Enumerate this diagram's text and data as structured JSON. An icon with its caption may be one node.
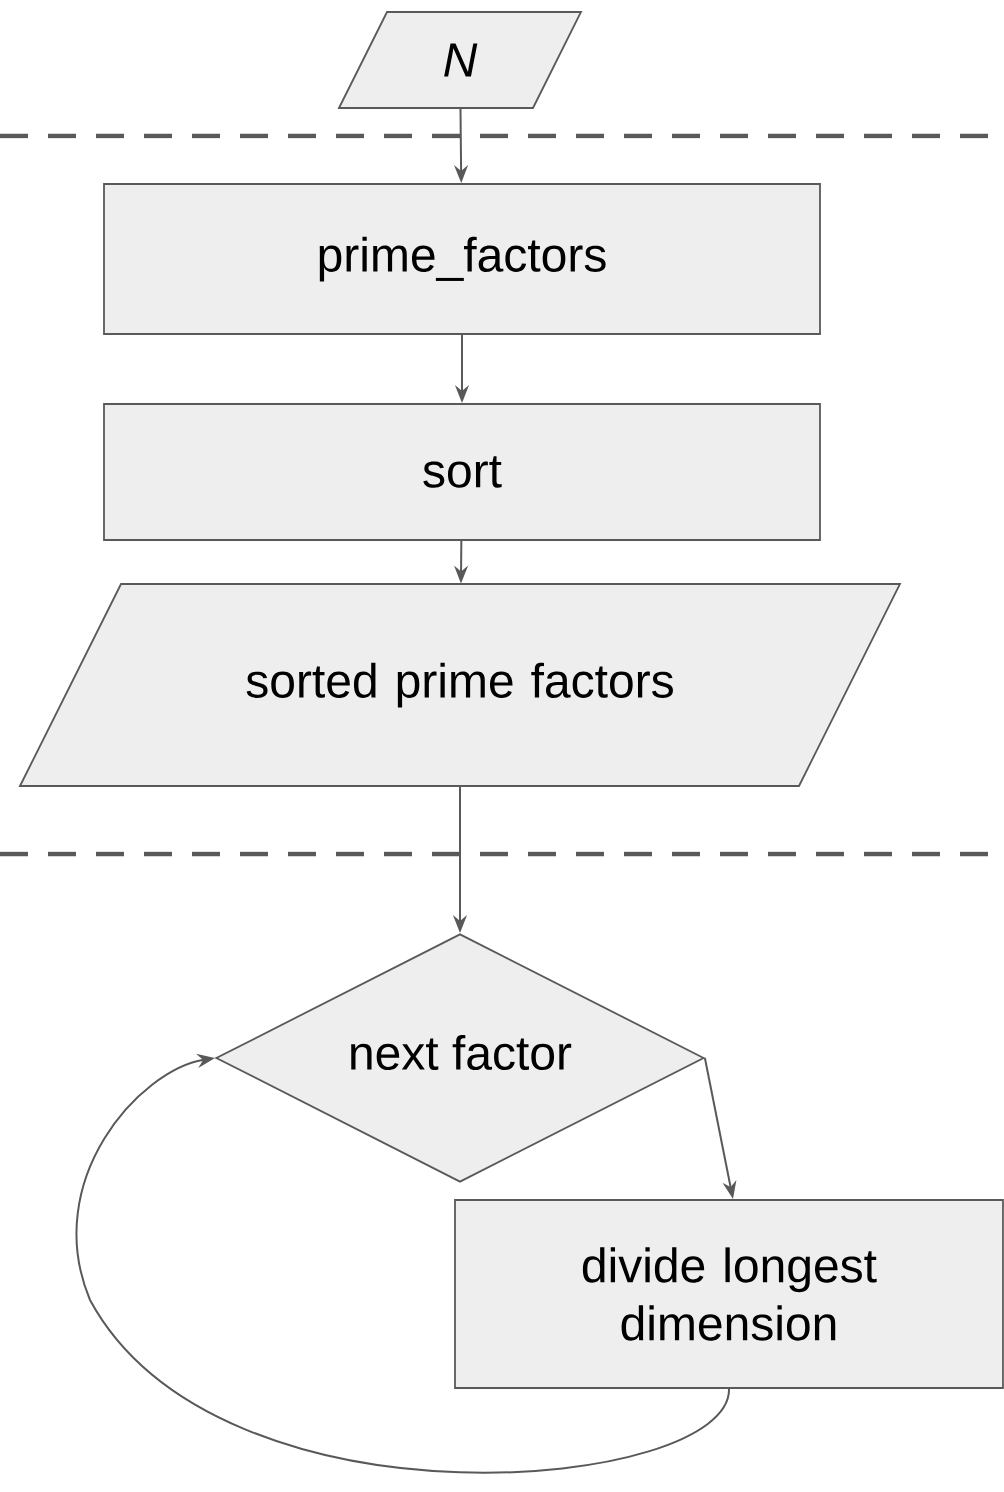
{
  "diagram": {
    "nodes": [
      {
        "text": [
          "N"
        ]
      },
      {
        "text": [
          "prime_factors"
        ]
      },
      {
        "text": [
          "sort"
        ]
      },
      {
        "text": [
          "sorted prime factors"
        ]
      },
      {
        "text": [
          "next factor"
        ]
      },
      {
        "text": [
          "divide longest dimension"
        ]
      }
    ],
    "edges": [
      {
        "from": 0,
        "to": 1,
        "arrow": "to"
      },
      {
        "from": 1,
        "to": 2,
        "arrow": "to"
      },
      {
        "from": 2,
        "to": 3,
        "arrow": "to"
      },
      {
        "from": 3,
        "to": 4,
        "arrow": "to"
      },
      {
        "from": 4,
        "to": 5,
        "arrow": "to"
      },
      {
        "from": 5,
        "to": 4,
        "arrow": "to"
      }
    ]
  }
}
